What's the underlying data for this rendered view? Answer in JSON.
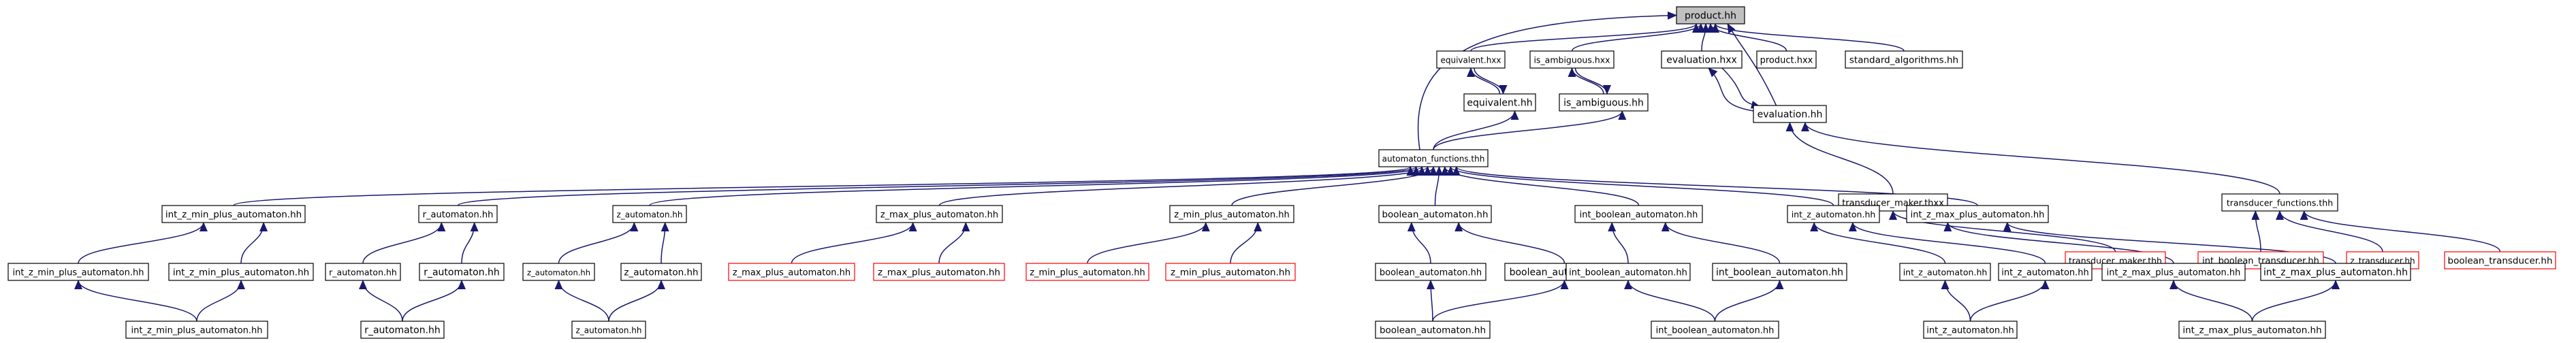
{
  "colors": {
    "edge": "#191970",
    "node_border": "#000000",
    "missing_border": "#ff0000",
    "root_fill": "#c0c0c0",
    "fill": "#ffffff",
    "text": "#000000"
  },
  "nodes": [
    {
      "id": "product_hh",
      "label": "product.hh",
      "root": true
    },
    {
      "id": "equivalent_hxx",
      "label": "equivalent.hxx"
    },
    {
      "id": "is_ambiguous_hxx",
      "label": "is_ambiguous.hxx"
    },
    {
      "id": "evaluation_hxx",
      "label": "evaluation.hxx"
    },
    {
      "id": "product_hxx",
      "label": "product.hxx"
    },
    {
      "id": "standard_algorithms_hh",
      "label": "standard_algorithms.hh"
    },
    {
      "id": "equivalent_hh",
      "label": "equivalent.hh"
    },
    {
      "id": "is_ambiguous_hh",
      "label": "is_ambiguous.hh"
    },
    {
      "id": "evaluation_hh",
      "label": "evaluation.hh"
    },
    {
      "id": "automaton_functions_thh",
      "label": "automaton_functions.thh"
    },
    {
      "id": "transducer_maker_thxx",
      "label": "transducer_maker.thxx"
    },
    {
      "id": "transducer_functions_thh",
      "label": "transducer_functions.thh"
    },
    {
      "id": "l3_int_z_min_plus",
      "label": "int_z_min_plus_automaton.hh"
    },
    {
      "id": "l3_r",
      "label": "r_automaton.hh"
    },
    {
      "id": "l3_z",
      "label": "z_automaton.hh"
    },
    {
      "id": "l3_z_max_plus",
      "label": "z_max_plus_automaton.hh"
    },
    {
      "id": "l3_z_min_plus",
      "label": "z_min_plus_automaton.hh"
    },
    {
      "id": "l3_boolean",
      "label": "boolean_automaton.hh"
    },
    {
      "id": "l3_int_boolean",
      "label": "int_boolean_automaton.hh"
    },
    {
      "id": "l3_int_z",
      "label": "int_z_automaton.hh"
    },
    {
      "id": "l3_int_z_max_plus",
      "label": "int_z_max_plus_automaton.hh"
    },
    {
      "id": "transducer_maker_thh",
      "label": "transducer_maker.thh",
      "missing": true
    },
    {
      "id": "int_boolean_transducer_hh",
      "label": "int_boolean_transducer.hh",
      "missing": true
    },
    {
      "id": "z_transducer_hh",
      "label": "z_transducer.hh",
      "missing": true
    },
    {
      "id": "boolean_transducer_hh",
      "label": "boolean_transducer.hh",
      "missing": true
    },
    {
      "id": "l4_int_z_min_plus_a",
      "label": "int_z_min_plus_automaton.hh"
    },
    {
      "id": "l4_int_z_min_plus_b",
      "label": "int_z_min_plus_automaton.hh"
    },
    {
      "id": "l4_r_a",
      "label": "r_automaton.hh"
    },
    {
      "id": "l4_r_b",
      "label": "r_automaton.hh"
    },
    {
      "id": "l4_z_a",
      "label": "z_automaton.hh"
    },
    {
      "id": "l4_z_b",
      "label": "z_automaton.hh"
    },
    {
      "id": "l4_z_max_plus_a",
      "label": "z_max_plus_automaton.hh",
      "missing": true
    },
    {
      "id": "l4_z_max_plus_b",
      "label": "z_max_plus_automaton.hh",
      "missing": true
    },
    {
      "id": "l4_z_min_plus_a",
      "label": "z_min_plus_automaton.hh",
      "missing": true
    },
    {
      "id": "l4_z_min_plus_b",
      "label": "z_min_plus_automaton.hh",
      "missing": true
    },
    {
      "id": "l4_boolean_a",
      "label": "boolean_automaton.hh"
    },
    {
      "id": "l4_boolean_b",
      "label": "boolean_automaton.hh"
    },
    {
      "id": "l4_int_boolean_a",
      "label": "int_boolean_automaton.hh"
    },
    {
      "id": "l4_int_boolean_b",
      "label": "int_boolean_automaton.hh"
    },
    {
      "id": "l4_int_z_a",
      "label": "int_z_automaton.hh"
    },
    {
      "id": "l4_int_z_b",
      "label": "int_z_automaton.hh"
    },
    {
      "id": "l4_int_z_max_plus_a",
      "label": "int_z_max_plus_automaton.hh"
    },
    {
      "id": "l4_int_z_max_plus_b",
      "label": "int_z_max_plus_automaton.hh"
    },
    {
      "id": "l5_int_z_min_plus",
      "label": "int_z_min_plus_automaton.hh"
    },
    {
      "id": "l5_r",
      "label": "r_automaton.hh"
    },
    {
      "id": "l5_z",
      "label": "z_automaton.hh"
    },
    {
      "id": "l5_boolean",
      "label": "boolean_automaton.hh"
    },
    {
      "id": "l5_int_boolean",
      "label": "int_boolean_automaton.hh"
    },
    {
      "id": "l5_int_z",
      "label": "int_z_automaton.hh"
    },
    {
      "id": "l5_int_z_max_plus",
      "label": "int_z_max_plus_automaton.hh"
    }
  ],
  "edges": [
    {
      "from": "equivalent_hxx",
      "to": "product_hh"
    },
    {
      "from": "is_ambiguous_hxx",
      "to": "product_hh"
    },
    {
      "from": "evaluation_hxx",
      "to": "product_hh"
    },
    {
      "from": "product_hxx",
      "to": "product_hh"
    },
    {
      "from": "standard_algorithms_hh",
      "to": "product_hh"
    },
    {
      "from": "automaton_functions_thh",
      "to": "product_hh"
    },
    {
      "from": "evaluation_hh",
      "to": "product_hh"
    },
    {
      "from": "equivalent_hh",
      "to": "equivalent_hxx"
    },
    {
      "from": "equivalent_hxx",
      "to": "equivalent_hh"
    },
    {
      "from": "is_ambiguous_hh",
      "to": "is_ambiguous_hxx"
    },
    {
      "from": "is_ambiguous_hxx",
      "to": "is_ambiguous_hh"
    },
    {
      "from": "evaluation_hh",
      "to": "evaluation_hxx"
    },
    {
      "from": "evaluation_hxx",
      "to": "evaluation_hh"
    },
    {
      "from": "automaton_functions_thh",
      "to": "equivalent_hh"
    },
    {
      "from": "automaton_functions_thh",
      "to": "is_ambiguous_hh"
    },
    {
      "from": "transducer_maker_thxx",
      "to": "evaluation_hh"
    },
    {
      "from": "transducer_functions_thh",
      "to": "evaluation_hh"
    },
    {
      "from": "l3_int_z_min_plus",
      "to": "automaton_functions_thh"
    },
    {
      "from": "l3_r",
      "to": "automaton_functions_thh"
    },
    {
      "from": "l3_z",
      "to": "automaton_functions_thh"
    },
    {
      "from": "l3_z_max_plus",
      "to": "automaton_functions_thh"
    },
    {
      "from": "l3_z_min_plus",
      "to": "automaton_functions_thh"
    },
    {
      "from": "l3_boolean",
      "to": "automaton_functions_thh"
    },
    {
      "from": "l3_int_boolean",
      "to": "automaton_functions_thh"
    },
    {
      "from": "l3_int_z",
      "to": "automaton_functions_thh"
    },
    {
      "from": "l3_int_z_max_plus",
      "to": "automaton_functions_thh"
    },
    {
      "from": "transducer_maker_thh",
      "to": "transducer_maker_thxx"
    },
    {
      "from": "int_boolean_transducer_hh",
      "to": "transducer_functions_thh"
    },
    {
      "from": "z_transducer_hh",
      "to": "transducer_functions_thh"
    },
    {
      "from": "boolean_transducer_hh",
      "to": "transducer_functions_thh"
    },
    {
      "from": "l4_int_z_min_plus_a",
      "to": "l3_int_z_min_plus"
    },
    {
      "from": "l4_int_z_min_plus_b",
      "to": "l3_int_z_min_plus"
    },
    {
      "from": "l4_r_a",
      "to": "l3_r"
    },
    {
      "from": "l4_r_b",
      "to": "l3_r"
    },
    {
      "from": "l4_z_a",
      "to": "l3_z"
    },
    {
      "from": "l4_z_b",
      "to": "l3_z"
    },
    {
      "from": "l4_z_max_plus_a",
      "to": "l3_z_max_plus"
    },
    {
      "from": "l4_z_max_plus_b",
      "to": "l3_z_max_plus"
    },
    {
      "from": "l4_z_min_plus_a",
      "to": "l3_z_min_plus"
    },
    {
      "from": "l4_z_min_plus_b",
      "to": "l3_z_min_plus"
    },
    {
      "from": "l4_boolean_a",
      "to": "l3_boolean"
    },
    {
      "from": "l4_boolean_b",
      "to": "l3_boolean"
    },
    {
      "from": "l4_int_boolean_a",
      "to": "l3_int_boolean"
    },
    {
      "from": "l4_int_boolean_b",
      "to": "l3_int_boolean"
    },
    {
      "from": "l4_int_z_a",
      "to": "l3_int_z"
    },
    {
      "from": "l4_int_z_b",
      "to": "l3_int_z"
    },
    {
      "from": "l4_int_z_max_plus_a",
      "to": "l3_int_z_max_plus"
    },
    {
      "from": "l4_int_z_max_plus_b",
      "to": "l3_int_z_max_plus"
    },
    {
      "from": "l5_int_z_min_plus",
      "to": "l4_int_z_min_plus_a"
    },
    {
      "from": "l5_int_z_min_plus",
      "to": "l4_int_z_min_plus_b"
    },
    {
      "from": "l5_r",
      "to": "l4_r_a"
    },
    {
      "from": "l5_r",
      "to": "l4_r_b"
    },
    {
      "from": "l5_z",
      "to": "l4_z_a"
    },
    {
      "from": "l5_z",
      "to": "l4_z_b"
    },
    {
      "from": "l5_boolean",
      "to": "l4_boolean_a"
    },
    {
      "from": "l5_boolean",
      "to": "l4_boolean_b"
    },
    {
      "from": "l5_int_boolean",
      "to": "l4_int_boolean_a"
    },
    {
      "from": "l5_int_boolean",
      "to": "l4_int_boolean_b"
    },
    {
      "from": "l5_int_z",
      "to": "l4_int_z_a"
    },
    {
      "from": "l5_int_z",
      "to": "l4_int_z_b"
    },
    {
      "from": "l5_int_z_max_plus",
      "to": "l4_int_z_max_plus_a"
    },
    {
      "from": "l5_int_z_max_plus",
      "to": "l4_int_z_max_plus_b"
    }
  ]
}
